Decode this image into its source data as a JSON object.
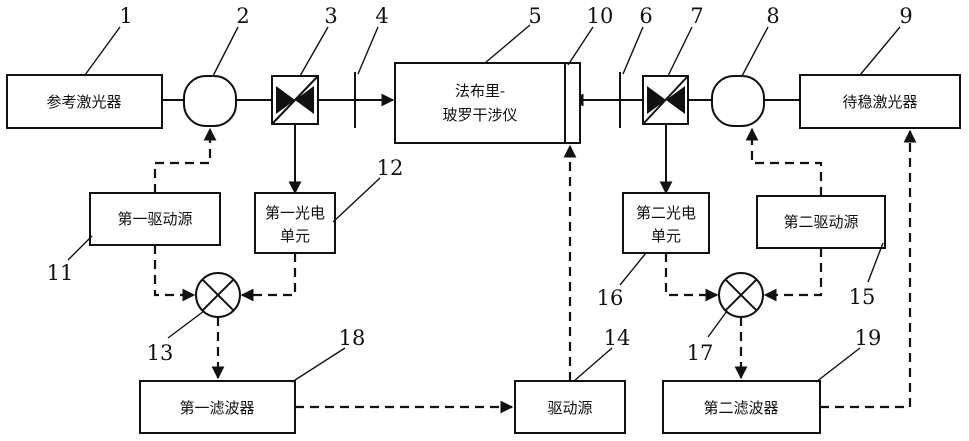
{
  "blocks": {
    "reference_laser": "参考激光器",
    "fabry_perot_line1": "法布里-",
    "fabry_perot_line2": "玻罗干涉仪",
    "laser_to_stabilize": "待稳激光器",
    "first_drive_source": "第一驱动源",
    "first_photo_line1": "第一光电",
    "first_photo_line2": "单元",
    "second_photo_line1": "第二光电",
    "second_photo_line2": "单元",
    "second_drive_source": "第二驱动源",
    "first_filter": "第一滤波器",
    "drive_source": "驱动源",
    "second_filter": "第二滤波器"
  },
  "reference_numbers": [
    "1",
    "2",
    "3",
    "4",
    "5",
    "6",
    "7",
    "8",
    "9",
    "10",
    "11",
    "12",
    "13",
    "14",
    "15",
    "16",
    "17",
    "18",
    "19"
  ]
}
